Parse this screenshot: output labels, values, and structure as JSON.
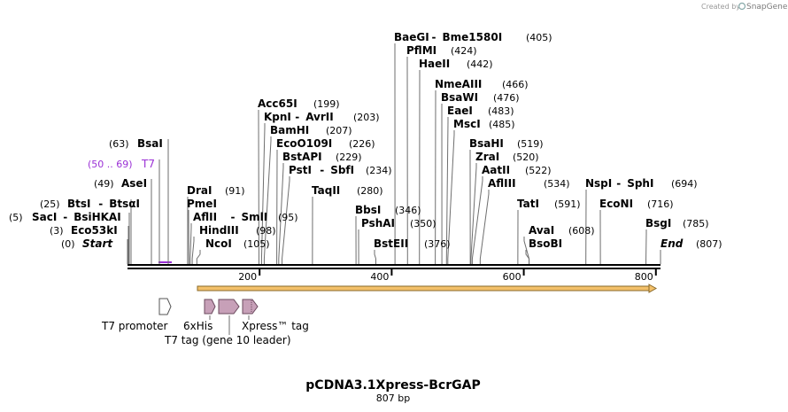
{
  "map": {
    "title": "pCDNA3.1Xpress-BcrGAP",
    "length_label": "807 bp",
    "total_bp": 807,
    "watermark": "Created by",
    "brand": "SnapGene",
    "ticks": [
      200,
      400,
      600,
      800
    ]
  },
  "sites": [
    {
      "id": "baegi",
      "name": "BaeGI",
      "name2": "Bme1580I",
      "pos_label": "(405)",
      "bp": 405
    },
    {
      "id": "pflmi",
      "name": "PflMI",
      "pos_label": "(424)",
      "bp": 424
    },
    {
      "id": "haeii",
      "name": "HaeII",
      "pos_label": "(442)",
      "bp": 442
    },
    {
      "id": "nmeaiii",
      "name": "NmeAIII",
      "pos_label": "(466)",
      "bp": 466
    },
    {
      "id": "bsawi",
      "name": "BsaWI",
      "pos_label": "(476)",
      "bp": 476
    },
    {
      "id": "eaei",
      "name": "EaeI",
      "pos_label": "(483)",
      "bp": 483
    },
    {
      "id": "mscl",
      "name": "MscI",
      "pos_label": "(485)",
      "bp": 485
    },
    {
      "id": "acc65i",
      "name": "Acc65I",
      "pos_label": "(199)",
      "bp": 199
    },
    {
      "id": "kpni",
      "name": "KpnI",
      "name2": "AvrII",
      "pos_label": "(203)",
      "bp": 203
    },
    {
      "id": "bamhi",
      "name": "BamHI",
      "pos_label": "(207)",
      "bp": 207
    },
    {
      "id": "ecoo109i",
      "name": "EcoO109I",
      "pos_label": "(226)",
      "bp": 226
    },
    {
      "id": "bstapi",
      "name": "BstAPI",
      "pos_label": "(229)",
      "bp": 229
    },
    {
      "id": "psti",
      "name": "PstI",
      "name2": "SbfI",
      "pos_label": "(234)",
      "bp": 234
    },
    {
      "id": "bsahi",
      "name": "BsaHI",
      "pos_label": "(519)",
      "bp": 519
    },
    {
      "id": "zrai",
      "name": "ZraI",
      "pos_label": "(520)",
      "bp": 520
    },
    {
      "id": "aatii",
      "name": "AatII",
      "pos_label": "(522)",
      "bp": 522
    },
    {
      "id": "afliii",
      "name": "AflIII",
      "pos_label": "(534)",
      "bp": 534
    },
    {
      "id": "bsai",
      "name": "BsaI",
      "pos_label": "(63)",
      "bp": 63
    },
    {
      "id": "t7",
      "name": "T7",
      "pos_label": "(50 .. 69)",
      "bp": 59,
      "primer": true
    },
    {
      "id": "asei",
      "name": "AseI",
      "pos_label": "(49)",
      "bp": 49
    },
    {
      "id": "drai",
      "name": "DraI",
      "pos_label": "(91)",
      "bp": 91
    },
    {
      "id": "pmei",
      "name": "PmeI",
      "pos_label": "",
      "bp": 93
    },
    {
      "id": "aflii",
      "name": "AflII",
      "name2": "SmlI",
      "pos_label": "(95)",
      "bp": 95
    },
    {
      "id": "hindiii",
      "name": "HindIII",
      "pos_label": "(98)",
      "bp": 98
    },
    {
      "id": "ncoi",
      "name": "NcoI",
      "pos_label": "(105)",
      "bp": 105
    },
    {
      "id": "taqii",
      "name": "TaqII",
      "pos_label": "(280)",
      "bp": 280
    },
    {
      "id": "bbsi",
      "name": "BbsI",
      "pos_label": "(346)",
      "bp": 346
    },
    {
      "id": "pshai",
      "name": "PshAI",
      "pos_label": "(350)",
      "bp": 350
    },
    {
      "id": "bsteii",
      "name": "BstEII",
      "pos_label": "(376)",
      "bp": 376
    },
    {
      "id": "btsi",
      "name": "BtsI",
      "name2": "BtsαI",
      "pos_label": "(25)",
      "bp": 25
    },
    {
      "id": "saci",
      "name": "SacI",
      "name2": "BsiHKAI",
      "pos_label": "(5)",
      "bp": 5
    },
    {
      "id": "eco53ki",
      "name": "Eco53kI",
      "pos_label": "(3)",
      "bp": 3
    },
    {
      "id": "start",
      "name": "Start",
      "pos_label": "(0)",
      "bp": 0
    },
    {
      "id": "tati",
      "name": "TatI",
      "pos_label": "(591)",
      "bp": 591
    },
    {
      "id": "avai",
      "name": "AvaI",
      "pos_label": "(608)",
      "bp": 608
    },
    {
      "id": "bsobi",
      "name": "BsoBI",
      "pos_label": "",
      "bp": 608
    },
    {
      "id": "nspi",
      "name": "NspI",
      "name2": "SphI",
      "pos_label": "(694)",
      "bp": 694
    },
    {
      "id": "econi",
      "name": "EcoNI",
      "pos_label": "(716)",
      "bp": 716
    },
    {
      "id": "bsgi",
      "name": "BsgI",
      "pos_label": "(785)",
      "bp": 785
    },
    {
      "id": "end",
      "name": "End",
      "pos_label": "(807)",
      "bp": 807
    }
  ],
  "features": [
    {
      "id": "t7-promoter",
      "label": "T7 promoter",
      "color": "#ffffff"
    },
    {
      "id": "6xhis",
      "label": "6xHis",
      "color": "#c7a0b8"
    },
    {
      "id": "t7-tag",
      "label": "T7 tag (gene 10 leader)",
      "color": "#c7a0b8"
    },
    {
      "id": "xpress-tag",
      "label": "Xpress™ tag",
      "color": "#c7a0b8"
    }
  ],
  "colors": {
    "orf": "#f3c06a",
    "orf_border": "#8a6a2a",
    "primer": "#9b30d6",
    "feature_fill": "#c7a0b8",
    "feature_border": "#6b4a5e"
  }
}
